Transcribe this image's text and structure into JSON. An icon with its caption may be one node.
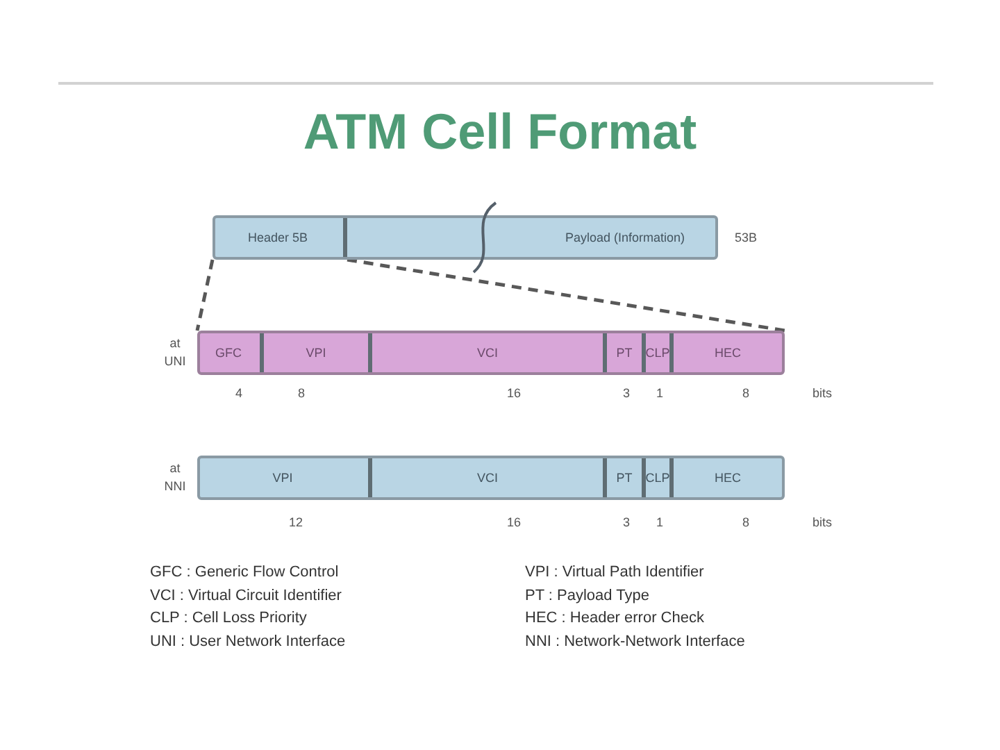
{
  "diagram": {
    "title": "ATM Cell Format",
    "nodes": [
      {
        "text": [],
        "shape": "bar",
        "beside": [
          "53B"
        ]
      },
      {
        "text": [
          "Header 5B"
        ],
        "in": 0
      },
      {
        "text": [
          "Payload (Information)"
        ],
        "in": 0
      },
      {
        "text": [],
        "shape": "bar",
        "beside": [
          "at UNI"
        ]
      },
      {
        "text": [
          "GFC"
        ],
        "in": 3
      },
      {
        "text": [
          "VPI"
        ],
        "in": 3
      },
      {
        "text": [
          "VCI"
        ],
        "in": 3
      },
      {
        "text": [
          "PT"
        ],
        "in": 3
      },
      {
        "text": [
          "CLP"
        ],
        "in": 3
      },
      {
        "text": [
          "HEC"
        ],
        "in": 3
      },
      {
        "text": [],
        "shape": "bar",
        "beside": [
          "at NNI"
        ]
      },
      {
        "text": [
          "VPI"
        ],
        "in": 10
      },
      {
        "text": [
          "VCI"
        ],
        "in": 10
      },
      {
        "text": [
          "PT"
        ],
        "in": 10
      },
      {
        "text": [
          "CLP"
        ],
        "in": 10
      },
      {
        "text": [
          "HEC"
        ],
        "in": 10
      }
    ],
    "edges": [
      {
        "from": 1,
        "to": 3,
        "arrow": "none",
        "style": "dashed"
      },
      {
        "from": 1,
        "to": 3,
        "arrow": "none",
        "style": "dashed"
      }
    ],
    "labels": [
      "4",
      "8",
      "16",
      "3",
      "1",
      "8",
      "bits",
      "12",
      "16",
      "3",
      "1",
      "8",
      "bits",
      "GFC : Generic Flow Control",
      "VPI : Virtual Path Identifier",
      "VCI : Virtual Circuit Identifier",
      "PT : Payload Type",
      "CLP : Cell Loss Priority",
      "HEC : Header error Check",
      "UNI : User Network Interface",
      "NNI : Network-Network Interface"
    ]
  }
}
